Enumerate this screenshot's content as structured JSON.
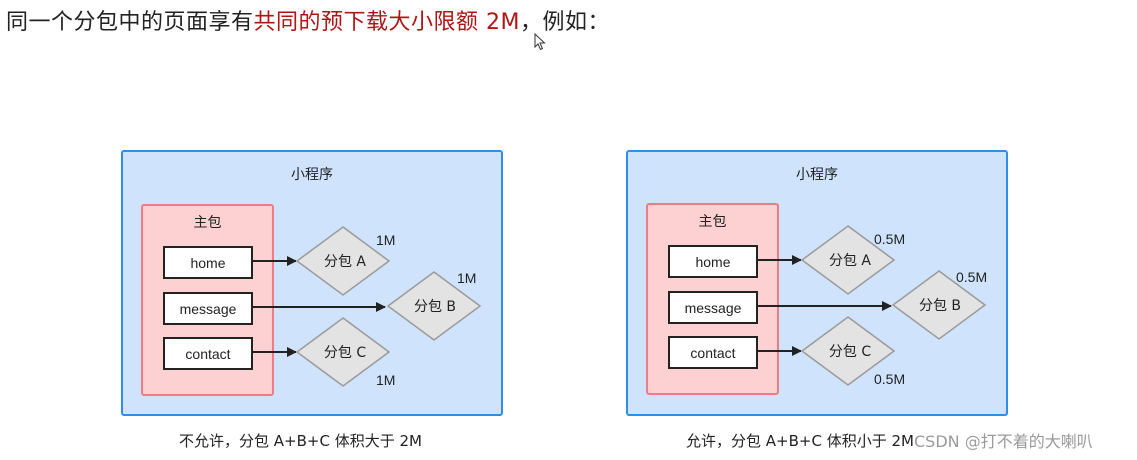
{
  "heading": {
    "prefix": "同一个分包中的页面享有",
    "highlight": "共同的预下载大小限额 2M",
    "suffix": "，例如："
  },
  "colors": {
    "highlight": "#b01414",
    "panel_bg": "#cfe3fd",
    "panel_border": "#2f8ee8",
    "main_bg": "#fdd1d1",
    "main_border": "#f07b86",
    "diamond_fill": "#e3e3e3",
    "diamond_stroke": "#9a9a9a"
  },
  "diagrams": [
    {
      "title": "小程序",
      "main_label": "主包",
      "pages": [
        "home",
        "message",
        "contact"
      ],
      "subpackages": [
        {
          "label": "分包 A",
          "size": "1M"
        },
        {
          "label": "分包 B",
          "size": "1M"
        },
        {
          "label": "分包 C",
          "size": "1M"
        }
      ],
      "caption": "不允许，分包 A+B+C 体积大于 2M"
    },
    {
      "title": "小程序",
      "main_label": "主包",
      "pages": [
        "home",
        "message",
        "contact"
      ],
      "subpackages": [
        {
          "label": "分包 A",
          "size": "0.5M"
        },
        {
          "label": "分包 B",
          "size": "0.5M"
        },
        {
          "label": "分包 C",
          "size": "0.5M"
        }
      ],
      "caption": "允许，分包 A+B+C 体积小于 2M"
    }
  ],
  "watermark": "CSDN @打不着的大喇叭"
}
